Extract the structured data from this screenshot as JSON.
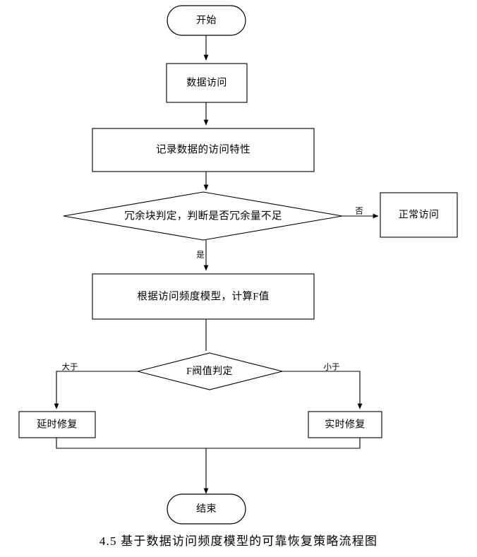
{
  "diagram": {
    "type": "flowchart",
    "title": "4.5 基于数据访问频度模型的可靠恢复策略流程图",
    "caption": "4.5  基于数据访问频度模型的可靠恢复策略流程图",
    "background_color": "#ffffff",
    "line_color": "#000000",
    "text_color": "#000000",
    "nodes": {
      "start": {
        "label": "开始",
        "shape": "terminator"
      },
      "data_access": {
        "label": "数据访问",
        "shape": "process"
      },
      "record_feature": {
        "label": "记录数据的访问特性",
        "shape": "process"
      },
      "redundancy_check": {
        "label": "冗余块判定，判断是否冗余量不足",
        "shape": "decision"
      },
      "normal_access": {
        "label": "正常访问",
        "shape": "process"
      },
      "compute_f": {
        "label": "根据访问频度模型，计算F值",
        "shape": "process"
      },
      "threshold_check": {
        "label": "F阀值判定",
        "shape": "decision"
      },
      "delay_repair": {
        "label": "延时修复",
        "shape": "process"
      },
      "realtime_repair": {
        "label": "实时修复",
        "shape": "process"
      },
      "end": {
        "label": "结束",
        "shape": "terminator"
      }
    },
    "edge_labels": {
      "redundancy_no": "否",
      "redundancy_yes": "是",
      "threshold_greater": "大于",
      "threshold_less": "小于"
    }
  }
}
